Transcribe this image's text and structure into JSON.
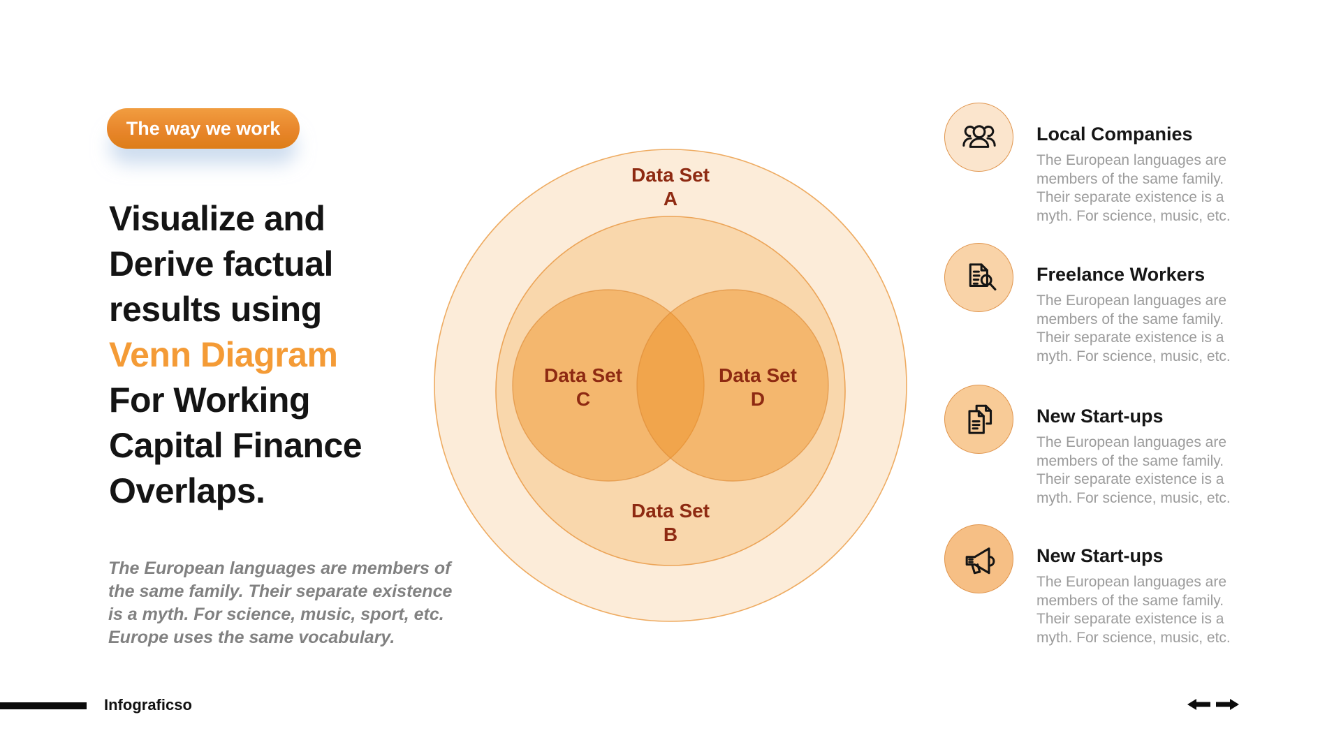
{
  "badge": {
    "label": "The way we work",
    "color_top": "#f19d40",
    "color_bottom": "#dd7d18"
  },
  "headline": {
    "accent_color": "#f49b36",
    "lines": [
      {
        "text": "Visualize and",
        "accent": false
      },
      {
        "text": "Derive factual",
        "accent": false
      },
      {
        "text": "results using",
        "accent": false
      },
      {
        "text": "Venn Diagram",
        "accent": true
      },
      {
        "text": "For Working",
        "accent": false
      },
      {
        "text": "Capital Finance",
        "accent": false
      },
      {
        "text": "Overlaps.",
        "accent": false
      }
    ]
  },
  "subtext": {
    "lines": [
      "The European languages are members of",
      "the same family. Their separate existence",
      "is a myth. For science, music, sport, etc.",
      "Europe uses the same vocabulary."
    ]
  },
  "venn": {
    "label_color": "#8e2a12",
    "outer_fill": "#fcecd9",
    "inner_fill": "#f9d7ac",
    "overlap_circle_fill": "#ee9123",
    "stroke_color": "#e9a158",
    "sets": [
      {
        "name": "Data Set",
        "letter": "A"
      },
      {
        "name": "Data Set",
        "letter": "B"
      },
      {
        "name": "Data Set",
        "letter": "C"
      },
      {
        "name": "Data Set",
        "letter": "D"
      }
    ]
  },
  "right_panel": {
    "items": [
      {
        "icon": "people-group-icon",
        "title": "Local Companies",
        "bubble_color": "#fbe5cd",
        "lines": [
          "The European languages are",
          "members of the same family.",
          "Their separate existence is a",
          "myth. For science, music, etc."
        ]
      },
      {
        "icon": "document-search-icon",
        "title": "Freelance Workers",
        "bubble_color": "#f9d3a8",
        "lines": [
          "The European languages are",
          "members of the same family.",
          "Their separate existence is a",
          "myth. For science, music, etc."
        ]
      },
      {
        "icon": "documents-copy-icon",
        "title": "New Start-ups",
        "bubble_color": "#f8cb97",
        "lines": [
          "The European languages are",
          "members of the same family.",
          "Their separate existence is a",
          "myth. For science, music, etc."
        ]
      },
      {
        "icon": "megaphone-icon",
        "title": "New Start-ups",
        "bubble_color": "#f6bf85",
        "lines": [
          "The European languages are",
          "members of the same family.",
          "Their separate existence is a",
          "myth. For science, music, etc."
        ]
      }
    ]
  },
  "footer": {
    "brand": "Infograficso"
  }
}
